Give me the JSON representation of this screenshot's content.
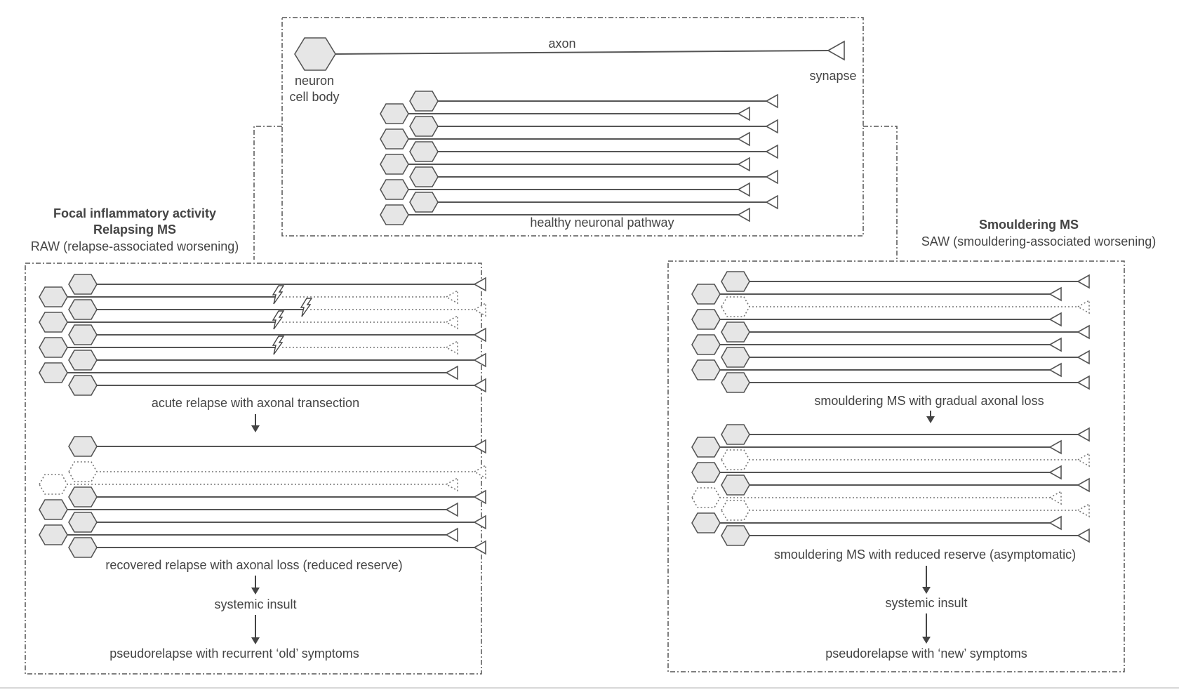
{
  "healthy": {
    "axon_label": "axon",
    "neuron_label_1": "neuron",
    "neuron_label_2": "cell body",
    "synapse_label": "synapse",
    "caption": "healthy neuronal pathway"
  },
  "relapsing": {
    "title_1": "Focal inflammatory activity",
    "title_2": "Relapsing MS",
    "subtitle": "RAW (relapse-associated worsening)",
    "caption_1": "acute relapse with axonal transection",
    "caption_2": "recovered relapse with axonal loss (reduced reserve)",
    "caption_3": "systemic insult",
    "caption_4": "pseudorelapse with recurrent ‘old’ symptoms"
  },
  "smouldering": {
    "title": "Smouldering MS",
    "subtitle": "SAW (smouldering-associated worsening)",
    "caption_1": "smouldering MS with gradual axonal loss",
    "caption_2": "smouldering MS with reduced reserve (asymptomatic)",
    "caption_3": "systemic insult",
    "caption_4": "pseudorelapse with ‘new’ symptoms"
  },
  "colors": {
    "line": "#555555",
    "soma_fill": "#e6e6e6",
    "text": "#444444"
  }
}
